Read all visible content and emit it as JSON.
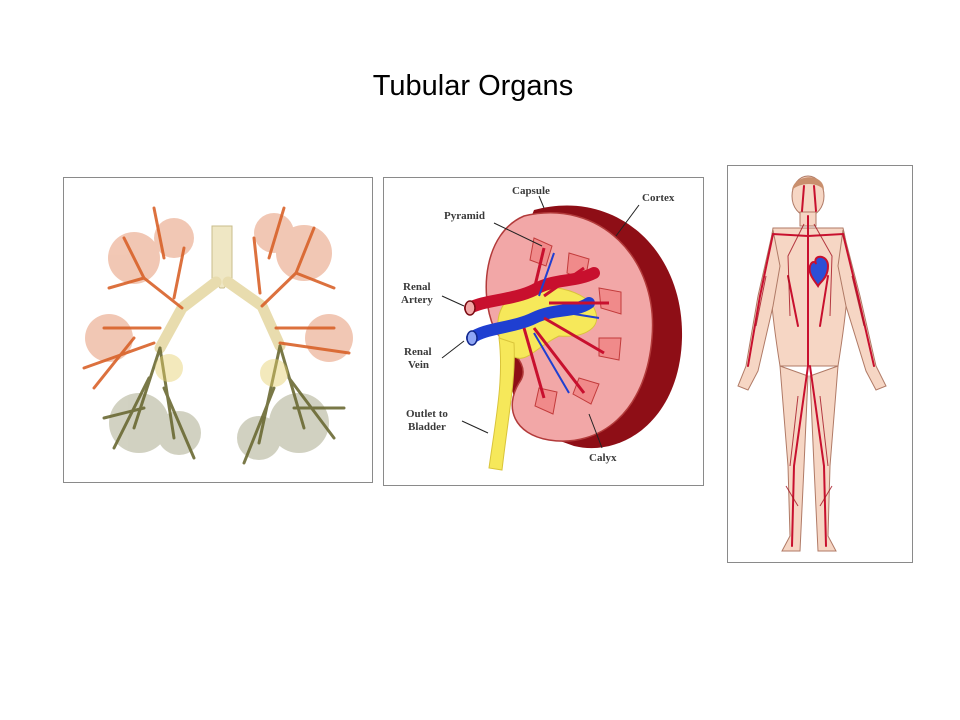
{
  "slide": {
    "title": "Tubular Organs"
  },
  "figures": {
    "kidney_labels": {
      "capsule": "Capsule",
      "cortex": "Cortex",
      "pyramid": "Pyramid",
      "renal_artery_1": "Renal",
      "renal_artery_2": "Artery",
      "renal_vein_1": "Renal",
      "renal_vein_2": "Vein",
      "outlet_1": "Outlet to",
      "outlet_2": "Bladder",
      "calyx": "Calyx"
    }
  },
  "colors": {
    "artery_red": "#c8102e",
    "vein_blue": "#1f3fd1",
    "ureter_yellow": "#f6e85a",
    "kidney_pink": "#f2a7a7",
    "kidney_dark": "#8e0e16",
    "bronchi_orange": "#d9622a",
    "bronchi_olive": "#6b6a34"
  }
}
